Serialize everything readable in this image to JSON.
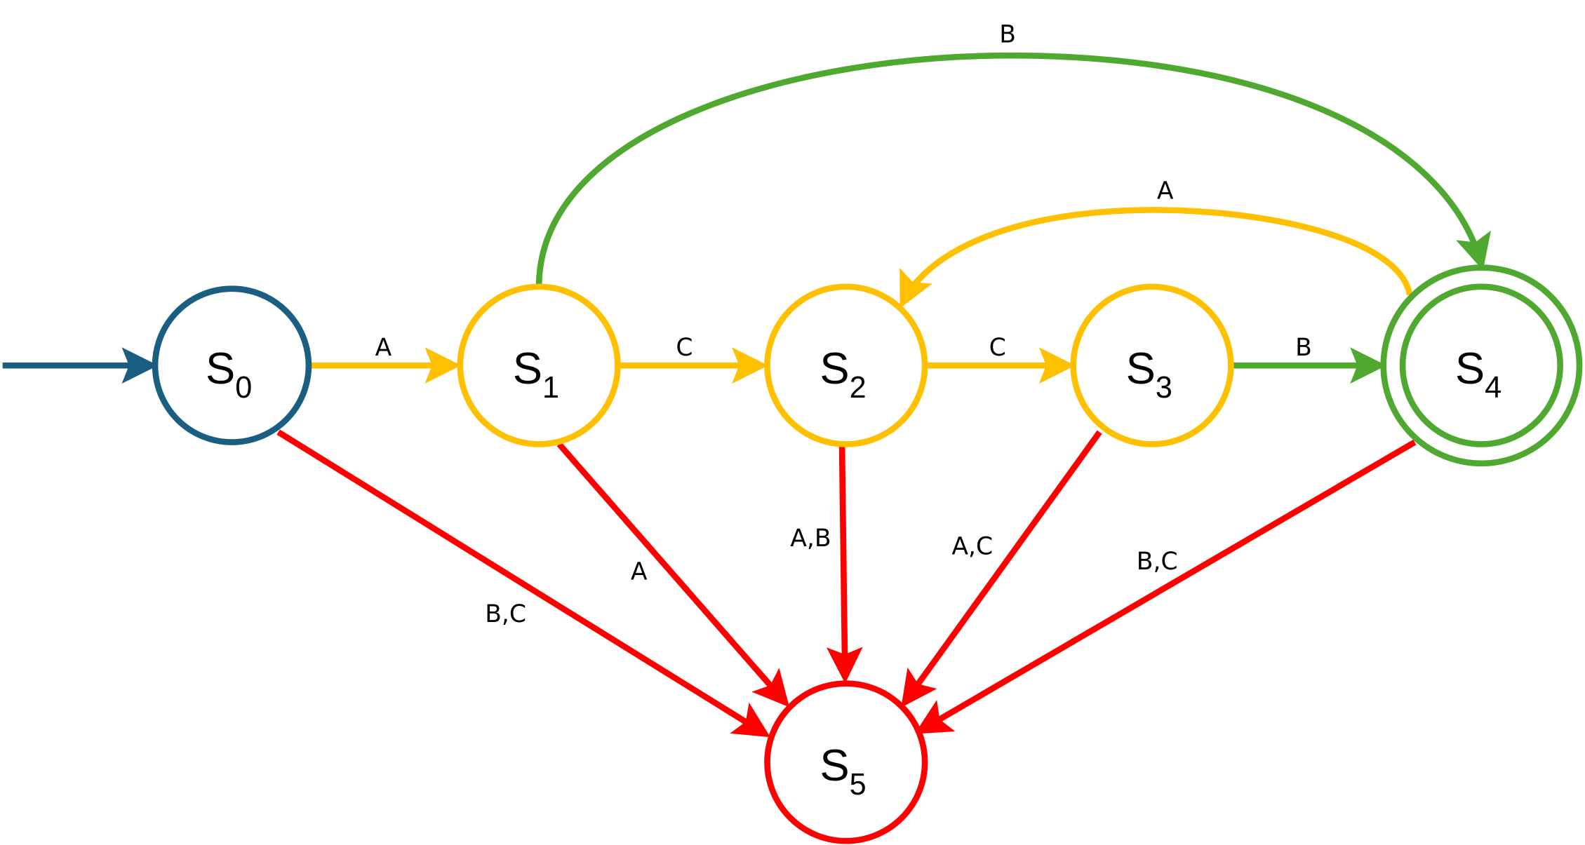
{
  "colors": {
    "start": "#1a5f82",
    "yellow": "#ffc000",
    "green": "#4fa830",
    "red": "#ff0000"
  },
  "states": [
    {
      "name": "S",
      "sub": "0"
    },
    {
      "name": "S",
      "sub": "1"
    },
    {
      "name": "S",
      "sub": "2"
    },
    {
      "name": "S",
      "sub": "3"
    },
    {
      "name": "S",
      "sub": "4"
    },
    {
      "name": "S",
      "sub": "5"
    }
  ],
  "edges": {
    "s0_s1": "A",
    "s1_s2": "C",
    "s2_s3": "C",
    "s3_s4": "B",
    "s1_s4": "B",
    "s4_s2": "A",
    "s0_s5": "B,C",
    "s1_s5": "A",
    "s2_s5": "A,B",
    "s3_s5": "A,C",
    "s4_s5": "B,C"
  }
}
